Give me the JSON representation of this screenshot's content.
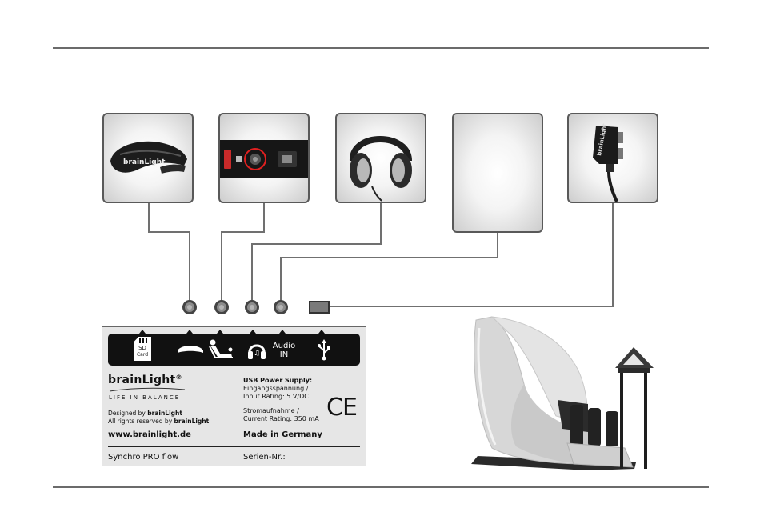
{
  "plate": {
    "sd_line1": "SD",
    "sd_line2": "Card",
    "audio_line1": "Audio",
    "audio_line2": "IN",
    "brand": "brainLight",
    "brand_reg": "®",
    "tagline": "LIFE IN BALANCE",
    "designed_by_prefix": "Designed by",
    "designed_by_brand": "brainLight",
    "rights_prefix": "All rights reserved by",
    "rights_brand": "brainLight",
    "website": "www.brainlight.de",
    "usb_title": "USB Power Supply:",
    "usb_line1": "Eingangsspannung /",
    "usb_line2": "Input Rating: 5 V/DC",
    "current_line1": "Stromaufnahme /",
    "current_line2": "Current Rating: 350 mA",
    "made_in": "Made in Germany",
    "ce_mark": "CE",
    "model": "Synchro PRO flow",
    "serial_label": "Serien-Nr.:"
  },
  "device_labels": {
    "glasses_brand": "brainLight",
    "charger_brand": "brainLight"
  },
  "colors": {
    "line": "#6b6b6b",
    "tile_border": "#595959",
    "plate_bg": "#e6e6e6",
    "strip": "#111111"
  },
  "icons": [
    "sd-card-icon",
    "light-glasses-icon",
    "massage-chair-icon",
    "headphones-icon",
    "usb-icon"
  ]
}
